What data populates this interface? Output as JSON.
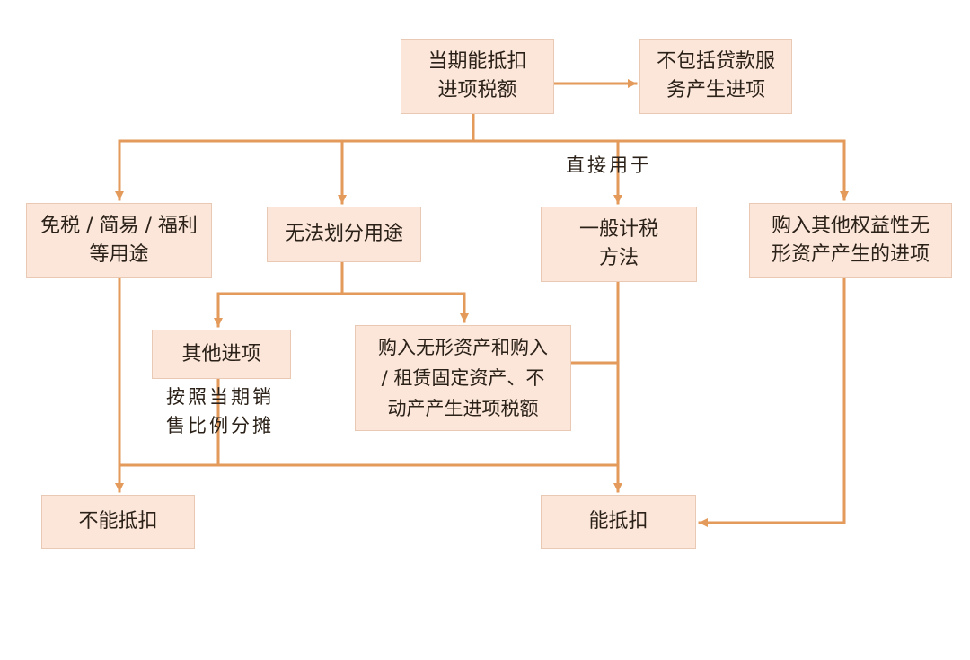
{
  "diagram": {
    "nodes": {
      "current_deductible": "当期能抵扣\n进项税额",
      "exclude_loan_services": "不包括贷款服\n务产生进项",
      "exempt_simple_welfare": "免税 / 简易 / 福利\n等用途",
      "undividable_use": "无法划分用途",
      "general_method": "一般计税\n方法",
      "other_intangible": "购入其他权益性无\n形资产产生的进项",
      "other_input": "其他进项",
      "purchase_assets": "购入无形资产和购入\n/ 租赁固定资产、不\n动产产生进项税额",
      "not_deductible": "不能抵扣",
      "deductible": "能抵扣"
    },
    "labels": {
      "direct_use": "直接用于",
      "apportion": "按照当期销\n售比例分摊"
    },
    "colors": {
      "connector": "#e39a5a",
      "box_fill": "#fbe6d9",
      "box_border": "#e9c9b3",
      "text": "#2b2118"
    }
  }
}
